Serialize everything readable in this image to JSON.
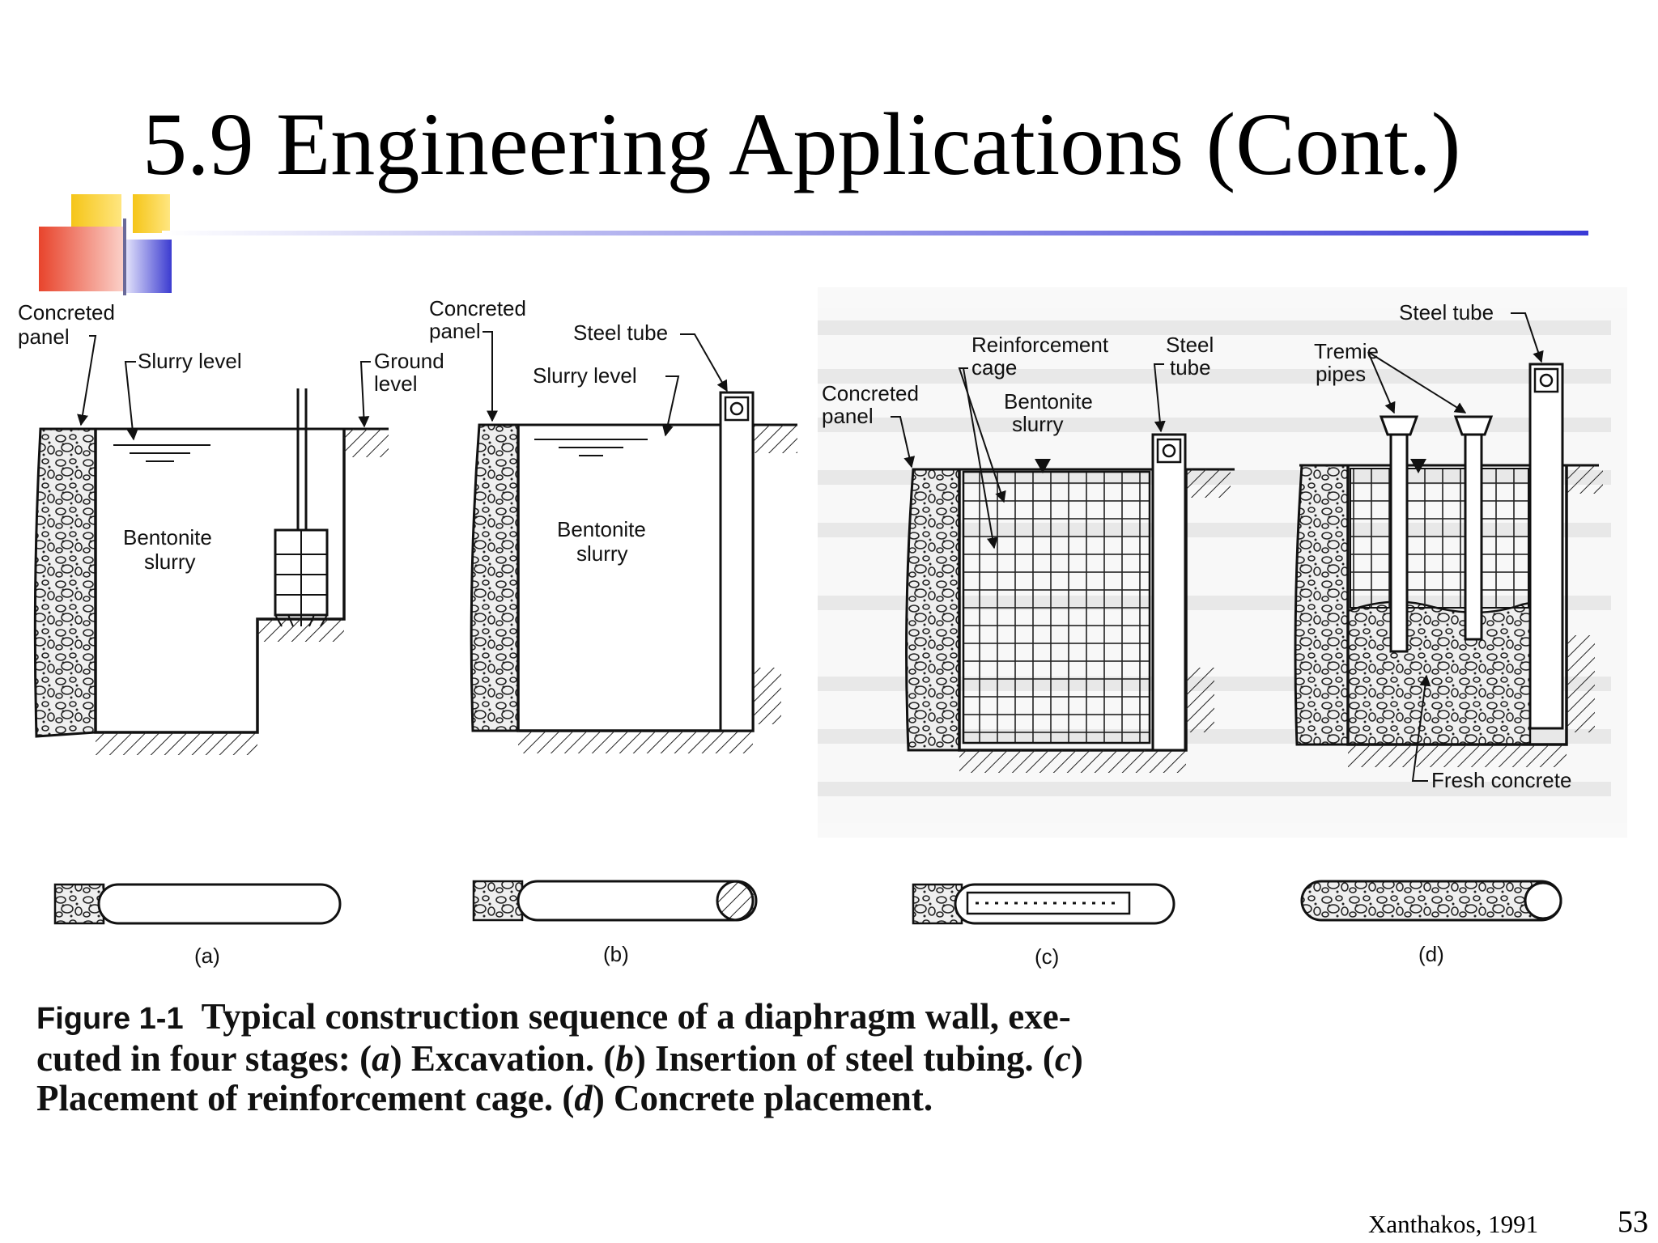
{
  "slide": {
    "title": "5.9 Engineering Applications (Cont.)",
    "page_number": "53",
    "credit": "Xanthakos, 1991",
    "colors": {
      "rule_dark": "#3a3ad6",
      "logo_yellow": "#f5c518",
      "logo_red": "#e8442c",
      "logo_blue": "#3b3bd0"
    }
  },
  "figure": {
    "panel_a": {
      "concreted_panel": [
        "Concreted",
        "panel"
      ],
      "slurry_level": "Slurry level",
      "ground_level": [
        "Ground",
        "level"
      ],
      "bentonite": [
        "Bentonite",
        "slurry"
      ],
      "tag": "(a)"
    },
    "panel_b": {
      "concreted_panel": [
        "Concreted",
        "panel"
      ],
      "steel_tube": "Steel tube",
      "slurry_level": "Slurry level",
      "bentonite": [
        "Bentonite",
        "slurry"
      ],
      "tag": "(b)"
    },
    "panel_c": {
      "reinforcement_cage": [
        "Reinforcement",
        "cage"
      ],
      "steel_tube": [
        "Steel",
        "tube"
      ],
      "concreted_panel": [
        "Concreted",
        "panel"
      ],
      "bentonite": [
        "Bentonite",
        "slurry"
      ],
      "tag": "(c)"
    },
    "panel_d": {
      "steel_tube": "Steel tube",
      "tremie_pipes": [
        "Tremie",
        "pipes"
      ],
      "fresh_concrete": "Fresh concrete",
      "tag": "(d)"
    },
    "caption": {
      "figure_number": "Figure 1-1",
      "line1": "Typical construction sequence of a diaphragm wall, exe-",
      "line2_a": "cuted in four stages: (",
      "line2_a_it": "a",
      "line2_b": ") Excavation. (",
      "line2_b_it": "b",
      "line2_c": ") Insertion of steel tubing. (",
      "line2_c_it": "c",
      "line2_d": ")",
      "line3_a": "Placement of reinforcement cage. (",
      "line3_a_it": "d",
      "line3_b": ") Concrete placement."
    }
  }
}
